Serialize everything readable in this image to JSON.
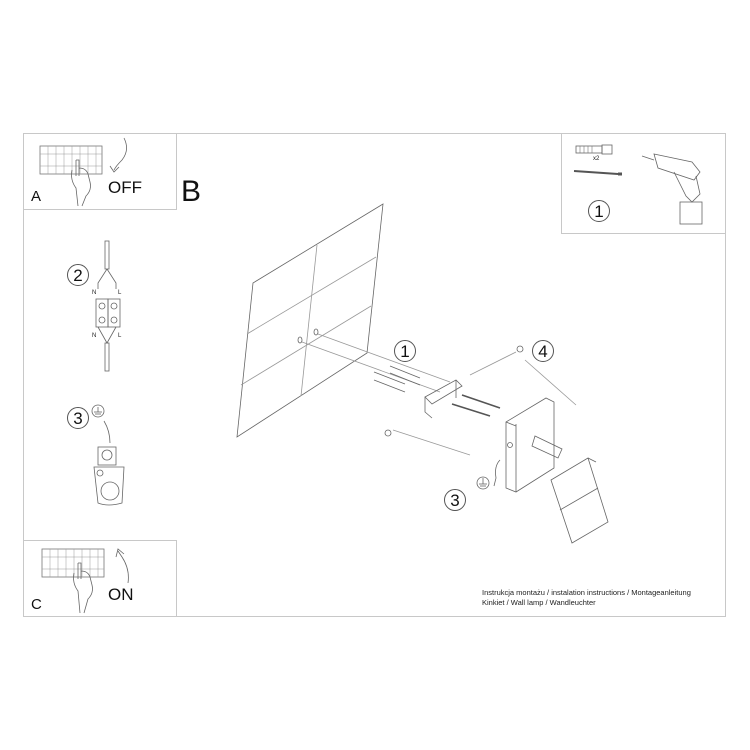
{
  "document": {
    "type": "installation-instructions",
    "caption_line1": "Instrukcja montażu / instalation instructions / Montageanleitung",
    "caption_line2": "Kinkiet / Wall lamp / Wandleuchter"
  },
  "panel_a": {
    "label": "A",
    "state": "OFF",
    "icon": "circuit-breaker-hand-icon"
  },
  "panel_c": {
    "label": "C",
    "state": "ON",
    "icon": "circuit-breaker-hand-icon"
  },
  "panel_b": {
    "label": "B"
  },
  "tools_panel": {
    "step": "1",
    "quantity": "x2",
    "items": [
      "wall-plug",
      "screw",
      "drill"
    ]
  },
  "wiring": {
    "step": "2",
    "terminal_labels": {
      "top_left": "N",
      "top_right": "L",
      "bottom_left": "N",
      "bottom_right": "L"
    }
  },
  "ground": {
    "step": "3",
    "icon": "ground-symbol-icon"
  },
  "assembly_steps": {
    "step1": "1",
    "step3": "3",
    "step4": "4"
  },
  "colors": {
    "line": "#555555",
    "frame": "#c8c8c8",
    "text": "#111111"
  }
}
